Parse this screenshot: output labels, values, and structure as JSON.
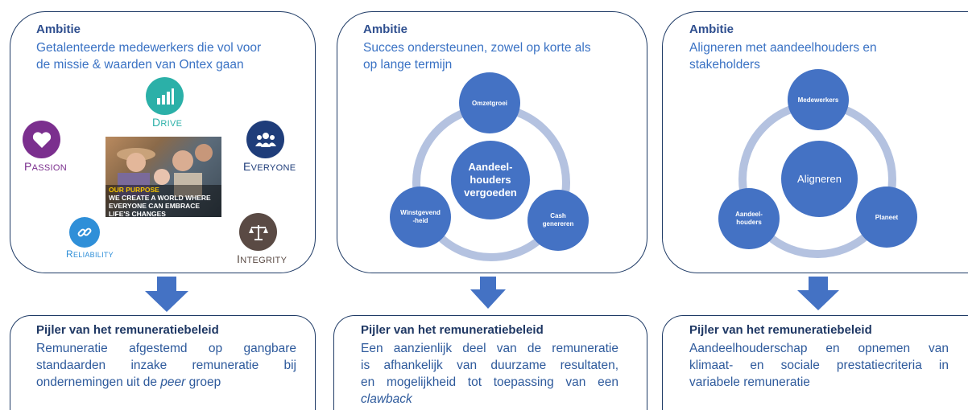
{
  "columns": [
    {
      "ambition_title": "Ambitie",
      "ambition_lines": [
        "Getalenteerde medewerkers die vol voor",
        "de missie & waarden van Ontex gaan"
      ],
      "pillar_title": "Pijler van het remuneratiebeleid",
      "pillar_lines": [
        "Remuneratie afgestemd op gangbare",
        "standaarden inzake remuneratie bij"
      ],
      "pillar_last_prefix": "ondernemingen uit de ",
      "pillar_last_em": "peer",
      "pillar_last_suffix": " groep"
    },
    {
      "ambition_title": "Ambitie",
      "ambition_lines": [
        "Succes ondersteunen, zowel op korte als",
        "op lange termijn"
      ],
      "pillar_title": "Pijler van het remuneratiebeleid",
      "pillar_lines": [
        "Een aanzienlijk deel van de remuneratie",
        "is afhankelijk van duurzame resultaten,",
        "en mogelijkheid tot toepassing van een"
      ],
      "pillar_em_line": "clawback"
    },
    {
      "ambition_title": "Ambitie",
      "ambition_lines": [
        "Alignеren met aandeelhouders en",
        "stakeholders"
      ],
      "pillar_title": "Pijler van het remuneratiebeleid",
      "pillar_lines": [
        "Aandeelhouderschap en opnemen van",
        "klimaat- en sociale prestatiecriteria in",
        "variabele remuneratie"
      ]
    }
  ],
  "values": [
    {
      "cap": "D",
      "rest": "RIVE",
      "color": "#2bb0a8",
      "icon": "bar-chart-icon"
    },
    {
      "cap": "P",
      "rest": "ASSION",
      "color": "#7b2f8e",
      "icon": "heart-icon"
    },
    {
      "cap": "E",
      "rest": "VERYONE",
      "color": "#1f3d7a",
      "icon": "people-icon"
    },
    {
      "cap": "R",
      "rest": "ELIABILITY",
      "color": "#2f8fd8",
      "icon": "link-icon"
    },
    {
      "cap": "I",
      "rest": "NTEGRITY",
      "color": "#5a4a44",
      "icon": "scales-icon"
    }
  ],
  "photo": {
    "line1": "OUR PURPOSE",
    "line2": "WE CREATE A WORLD WHERE",
    "line3": "EVERYONE CAN EMBRACE",
    "line4": "LIFE'S CHANGES"
  },
  "cycle1": {
    "center": [
      "Aandeel-",
      "houders",
      "vergoeden"
    ],
    "top": "Omzetgroei",
    "left": [
      "Winstgevend",
      "-heid"
    ],
    "right": [
      "Cash",
      "genereren"
    ]
  },
  "cycle2": {
    "center": "Aligneren",
    "top": "Medewerkers",
    "left": [
      "Aandeel-",
      "houders"
    ],
    "right": "Planeet"
  },
  "colors": {
    "circle": "#4472c4",
    "ring": "#b4c2e0",
    "arrow": "#4472c4",
    "border": "#1f3b66"
  }
}
